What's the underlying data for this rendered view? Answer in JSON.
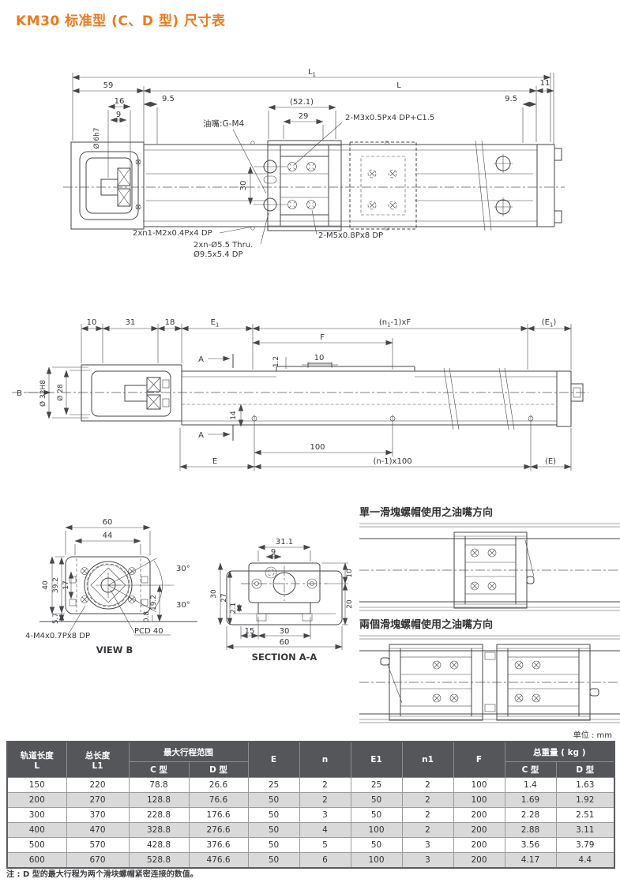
{
  "page": {
    "title": "KM30 标准型 (C、D 型) 尺寸表",
    "unit_label": "单位 : mm",
    "note": "注 : D 型的最大行程为两个滑块螺帽紧密连接的数值。"
  },
  "drawing_top": {
    "l1": [
      "L",
      "1"
    ],
    "d59": "59",
    "dL": "L",
    "d11": "11",
    "d16": "16",
    "d9": "9",
    "dia6h7": "Ø 6h7",
    "d95_left": "9.5",
    "oil_label": "油嘴:G-M4",
    "d521": "(52.1)",
    "d29": "29",
    "m3_label": "2-M3x0.5Px4 DP+C1.5",
    "d95_right": "9.5",
    "d30": "30",
    "m2_label": "2xn1-M2x0.4Px4 DP",
    "thru_label": "2xn-Ø5.5 Thru.",
    "counterbore_label": "Ø9.5x5.4 DP",
    "m5_label": "2-M5x0.8Px8 DP"
  },
  "drawing_side": {
    "d10": "10",
    "d31": "31",
    "d18": "18",
    "e1": [
      "E",
      "1"
    ],
    "nf": [
      "(n",
      "1",
      "-1)xF"
    ],
    "e1p": [
      "(E",
      "1",
      ")"
    ],
    "f": "F",
    "d12": "1.2",
    "d10b": "10",
    "b": "B",
    "dia32": "Ø 32H8",
    "dia28": "Ø 28",
    "a_top": "A",
    "a_bottom": "A",
    "d14": "14",
    "e": "E",
    "d100": "100",
    "n100": "(n-1)x100",
    "ep": "(E)"
  },
  "view_b": {
    "d60": "60",
    "d44": "44",
    "d40": "40",
    "d392": "39.2",
    "d17": "17",
    "d57": "5.7",
    "d192": "19.2",
    "d08": "0.8",
    "a30_top": "30°",
    "a30_bottom": "30°",
    "m4_label": "4-M4x0.7Px8 DP",
    "pcd_label": "PCD 40",
    "title": "VIEW B"
  },
  "section_aa": {
    "d311": "31.1",
    "d9": "9",
    "d30l": "30",
    "d27": "27",
    "d21": "2.1",
    "d10": "10",
    "d20": "20",
    "d15": "15",
    "d30b": "30",
    "d60": "60",
    "title": "SECTION A-A"
  },
  "oil_direction": {
    "single_caption": "單一滑塊螺帽使用之油嘴方向",
    "double_caption": "兩個滑塊螺帽使用之油嘴方向"
  },
  "table": {
    "headers": {
      "rail_length": [
        "轨道长度",
        "L"
      ],
      "total_length": [
        "总长度",
        "L1"
      ],
      "stroke_group": "最大行程范围",
      "c_type": "C 型",
      "d_type": "D 型",
      "e": "E",
      "n": "n",
      "e1": "E1",
      "n1": "n1",
      "f": "F",
      "weight_group": "总重量 ( kg )"
    },
    "rows": [
      [
        "150",
        "220",
        "78.8",
        "26.6",
        "25",
        "2",
        "25",
        "2",
        "100",
        "1.4",
        "1.63"
      ],
      [
        "200",
        "270",
        "128.8",
        "76.6",
        "50",
        "2",
        "50",
        "2",
        "100",
        "1.69",
        "1.92"
      ],
      [
        "300",
        "370",
        "228.8",
        "176.6",
        "50",
        "3",
        "50",
        "2",
        "200",
        "2.28",
        "2.51"
      ],
      [
        "400",
        "470",
        "328.8",
        "276.6",
        "50",
        "4",
        "100",
        "2",
        "200",
        "2.88",
        "3.11"
      ],
      [
        "500",
        "570",
        "428.8",
        "376.6",
        "50",
        "5",
        "50",
        "3",
        "200",
        "3.56",
        "3.79"
      ],
      [
        "600",
        "670",
        "528.8",
        "476.6",
        "50",
        "6",
        "100",
        "3",
        "200",
        "4.17",
        "4.4"
      ]
    ]
  }
}
